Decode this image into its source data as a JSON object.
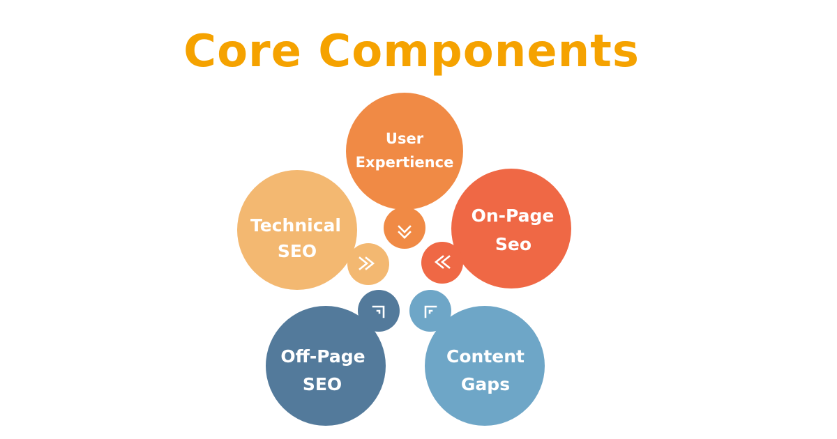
{
  "title": "Core Components",
  "colors": {
    "title": "#F5A200",
    "user_experience": "#F08A45",
    "on_page": "#EF6845",
    "technical": "#F3B871",
    "off_page": "#537A9B",
    "content_gaps": "#6EA6C7",
    "arrow": "#FFFFFF"
  },
  "components": {
    "user_experience": {
      "line1": "User",
      "line2": "Expertience",
      "icon": "double-chevron-down-icon"
    },
    "on_page": {
      "line1": "On-Page",
      "line2": "Seo",
      "icon": "double-chevron-left-icon"
    },
    "technical": {
      "line1": "Technical",
      "line2": "SEO",
      "icon": "double-chevron-right-icon"
    },
    "off_page": {
      "line1": "Off-Page",
      "line2": "SEO",
      "icon": "corner-arrow-up-right-icon"
    },
    "content_gaps": {
      "line1": "Content",
      "line2": "Gaps",
      "icon": "corner-arrow-up-left-icon"
    }
  }
}
